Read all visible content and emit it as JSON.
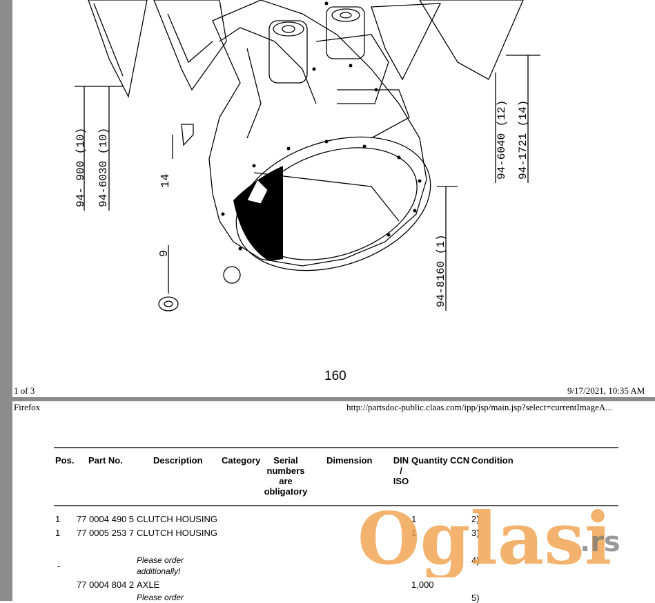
{
  "page": {
    "page_number": "160",
    "page_count": "1 of 3",
    "datetime": "9/17/2021, 10:35 AM",
    "browser": "Firefox",
    "url": "http://partsdoc-public.claas.com/ipp/jsp/main.jsp?select=currentImageA..."
  },
  "drawing": {
    "callouts": [
      "94- 900 (10)",
      "94-6030 (10)",
      "94-6040 (12)",
      "94-1721 (14)",
      "94-8160 (1)",
      "14",
      "9"
    ]
  },
  "table": {
    "headers": {
      "pos": "Pos.",
      "part_no": "Part No.",
      "description": "Description",
      "category": "Category",
      "serial_1": "Serial",
      "serial_2": "numbers",
      "serial_3": "are",
      "serial_4": "obligatory",
      "dimension": "Dimension",
      "din": "DIN",
      "din_slash": "/",
      "iso": "ISO",
      "quantity": "Quantity",
      "ccn": "CCN",
      "condition": "Condition"
    },
    "rows": [
      {
        "pos": "1",
        "part_no": "77 0004 490 5",
        "description": "CLUTCH HOUSING",
        "quantity": "1",
        "condition": "2)"
      },
      {
        "pos": "1",
        "part_no": "77 0005 253 7",
        "description": "CLUTCH HOUSING",
        "quantity": "1",
        "condition": "3)"
      },
      {
        "pos": "-",
        "note_1": "Please order",
        "note_2": "additionally!",
        "condition": "4)"
      },
      {
        "part_no": "77 0004 804 2",
        "description": "AXLE",
        "quantity": "1,000"
      },
      {
        "note_1": "Please order",
        "condition": "5)"
      }
    ]
  },
  "watermark": {
    "brand": "Oglasi",
    "tld": ".rs",
    "color": "#f0a04a"
  }
}
